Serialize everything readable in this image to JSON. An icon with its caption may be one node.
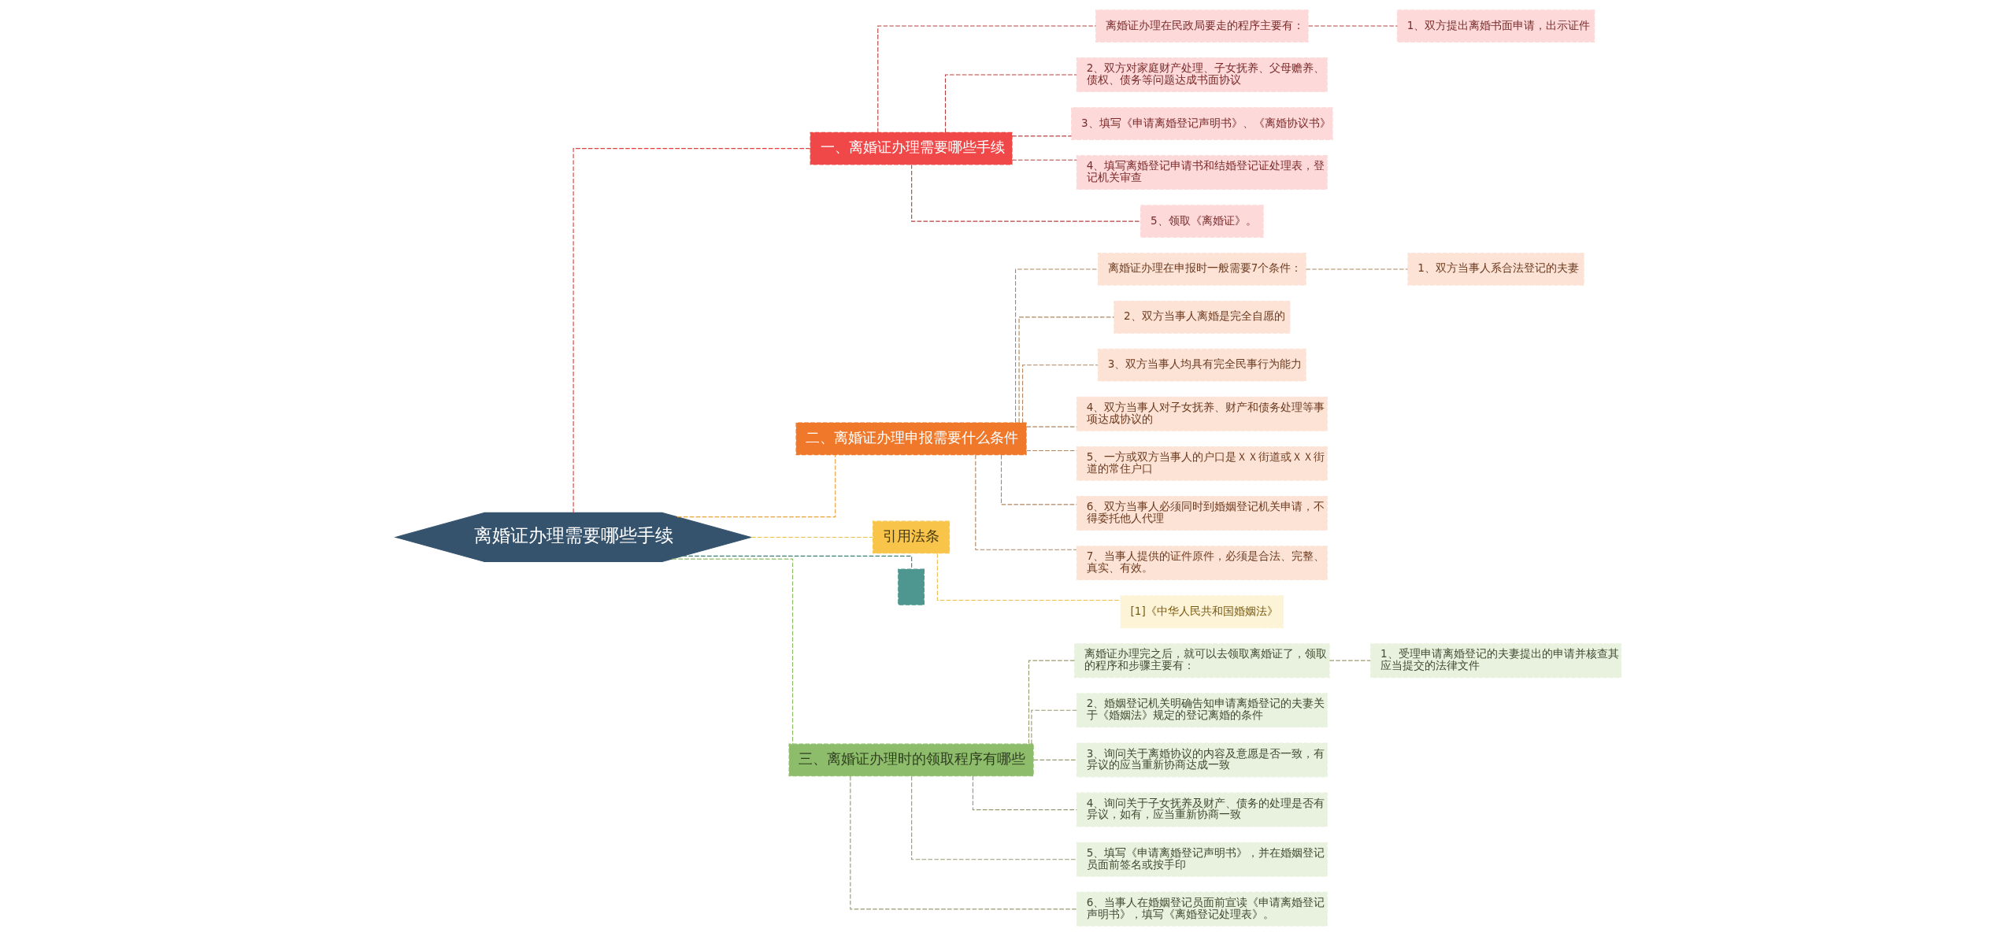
{
  "diagram": {
    "nodes": [
      {
        "text": [
          "离婚证办理需要哪些手续"
        ]
      },
      {
        "text": [
          "一、离婚证办理需要哪些手续"
        ]
      },
      {
        "text": [
          "离婚证办理在民政局要走的程序主要有："
        ]
      },
      {
        "text": [
          "1、双方提出离婚书面申请，出示证件"
        ]
      },
      {
        "text": [
          "2、双方对家庭财产处理、子女抚养、父母赡养、债权、债务等问题达成书面协议"
        ]
      },
      {
        "text": [
          "3、填写《申请离婚登记声明书》、《离婚协议书》"
        ]
      },
      {
        "text": [
          "4、填写离婚登记申请书和结婚登记证处理表，登记机关审查"
        ]
      },
      {
        "text": [
          "5、领取《离婚证》。"
        ]
      },
      {
        "text": [
          "二、离婚证办理申报需要什么条件"
        ]
      },
      {
        "text": [
          "离婚证办理在申报时一般需要7个条件："
        ]
      },
      {
        "text": [
          "1、双方当事人系合法登记的夫妻"
        ]
      },
      {
        "text": [
          "2、双方当事人离婚是完全自愿的"
        ]
      },
      {
        "text": [
          "3、双方当事人均具有完全民事行为能力"
        ]
      },
      {
        "text": [
          "4、双方当事人对子女抚养、财产和债务处理等事项达成协议的"
        ]
      },
      {
        "text": [
          "5、一方或双方当事人的户口是ＸＸ街道或ＸＸ街道的常住户口"
        ]
      },
      {
        "text": [
          "6、双方当事人必须同时到婚姻登记机关申请，不得委托他人代理"
        ]
      },
      {
        "text": [
          "7、当事人提供的证件原件，必须是合法、完整、真实、有效。"
        ]
      },
      {
        "text": [
          "引用法条"
        ]
      },
      {
        "text": [
          "[1]《中华人民共和国婚姻法》"
        ]
      },
      {
        "text": [],
        "shape": "box"
      },
      {
        "text": [
          "三、离婚证办理时的领取程序有哪些"
        ]
      },
      {
        "text": [
          "离婚证办理完之后，就可以去领取离婚证了，领取的程序和步骤主要有："
        ]
      },
      {
        "text": [
          "1、受理申请离婚登记的夫妻提出的申请并核查其应当提交的法律文件"
        ]
      },
      {
        "text": [
          "2、婚姻登记机关明确告知申请离婚登记的夫妻关于《婚姻法》规定的登记离婚的条件"
        ]
      },
      {
        "text": [
          "3、询问关于离婚协议的内容及意愿是否一致，有异议的应当重新协商达成一致"
        ]
      },
      {
        "text": [
          "4、询问关于子女抚养及财产、债务的处理是否有异议，如有，应当重新协商一致"
        ]
      },
      {
        "text": [
          "5、填写《申请离婚登记声明书》，并在婚姻登记员面前签名或按手印"
        ]
      },
      {
        "text": [
          "6、当事人在婚姻登记员面前宣读《申请离婚登记声明书》，填写《离婚登记处理表》。"
        ]
      }
    ],
    "edges": [
      {
        "from": 0,
        "to": 1,
        "arrow": "none",
        "style": "dashed",
        "color": "#d9403f"
      },
      {
        "from": 1,
        "to": 2,
        "arrow": "none",
        "style": "dashed",
        "color": "#b5403f"
      },
      {
        "from": 2,
        "to": 3,
        "arrow": "none",
        "style": "dashed",
        "color": "#b5403f"
      },
      {
        "from": 1,
        "to": 4,
        "arrow": "none",
        "style": "dashed",
        "color": "#b5403f"
      },
      {
        "from": 1,
        "to": 5,
        "arrow": "none",
        "style": "dashed",
        "color": "#b5403f"
      },
      {
        "from": 1,
        "to": 6,
        "arrow": "none",
        "style": "dashed",
        "color": "#b5403f"
      },
      {
        "from": 1,
        "to": 7,
        "arrow": "none",
        "style": "dashed",
        "color": "#b5403f"
      },
      {
        "from": 0,
        "to": 8,
        "arrow": "none",
        "style": "dashed",
        "color": "#e8a23c"
      },
      {
        "from": 8,
        "to": 9,
        "arrow": "none",
        "style": "dashed",
        "color": "#b08560"
      },
      {
        "from": 9,
        "to": 10,
        "arrow": "none",
        "style": "dashed",
        "color": "#b08560"
      },
      {
        "from": 8,
        "to": 11,
        "arrow": "none",
        "style": "dashed",
        "color": "#b08560"
      },
      {
        "from": 8,
        "to": 12,
        "arrow": "none",
        "style": "dashed",
        "color": "#b08560"
      },
      {
        "from": 8,
        "to": 13,
        "arrow": "none",
        "style": "dashed",
        "color": "#b08560"
      },
      {
        "from": 8,
        "to": 14,
        "arrow": "none",
        "style": "dashed",
        "color": "#b08560"
      },
      {
        "from": 8,
        "to": 15,
        "arrow": "none",
        "style": "dashed",
        "color": "#b08560"
      },
      {
        "from": 8,
        "to": 16,
        "arrow": "none",
        "style": "dashed",
        "color": "#b08560"
      },
      {
        "from": 0,
        "to": 17,
        "arrow": "none",
        "style": "dashed",
        "color": "#e8c24c"
      },
      {
        "from": 17,
        "to": 18,
        "arrow": "none",
        "style": "dashed",
        "color": "#e8c24c"
      },
      {
        "from": 0,
        "to": 19,
        "arrow": "none",
        "style": "dashed",
        "color": "#3f7f78"
      },
      {
        "from": 0,
        "to": 20,
        "arrow": "none",
        "style": "dashed",
        "color": "#8dba67"
      },
      {
        "from": 20,
        "to": 21,
        "arrow": "none",
        "style": "dashed",
        "color": "#9a9a70"
      },
      {
        "from": 21,
        "to": 22,
        "arrow": "none",
        "style": "dashed",
        "color": "#9a9a70"
      },
      {
        "from": 20,
        "to": 23,
        "arrow": "none",
        "style": "dashed",
        "color": "#9a9a70"
      },
      {
        "from": 20,
        "to": 24,
        "arrow": "none",
        "style": "dashed",
        "color": "#9a9a70"
      },
      {
        "from": 20,
        "to": 25,
        "arrow": "none",
        "style": "dashed",
        "color": "#9a9a70"
      },
      {
        "from": 20,
        "to": 26,
        "arrow": "none",
        "style": "dashed",
        "color": "#9a9a70"
      },
      {
        "from": 20,
        "to": 27,
        "arrow": "none",
        "style": "dashed",
        "color": "#9a9a70"
      }
    ]
  }
}
